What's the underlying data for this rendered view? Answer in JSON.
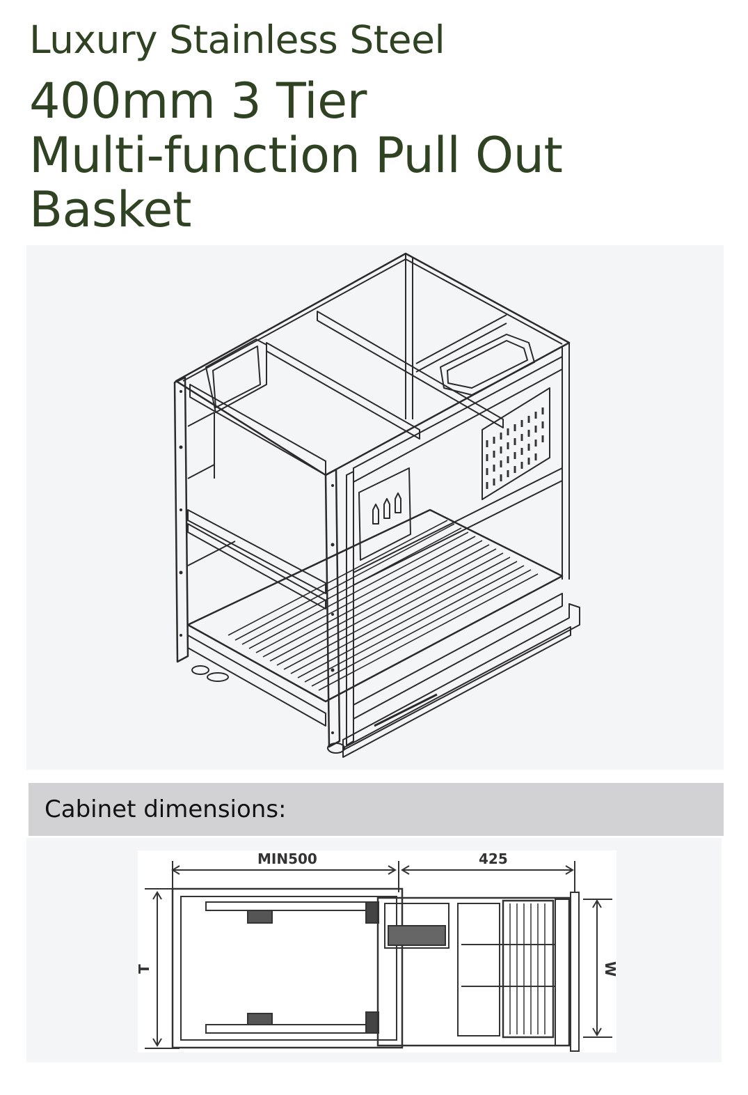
{
  "header": {
    "subtitle": "Luxury Stainless Steel",
    "title_line1": "400mm 3 Tier",
    "title_line2": "Multi-function Pull Out",
    "title_line3": "Basket"
  },
  "dimensions": {
    "section_label": "Cabinet dimensions:",
    "width_left": "MIN500",
    "width_right": "425",
    "left_height_mark": "T",
    "right_height_mark": "W"
  },
  "colors": {
    "title": "#2f4323",
    "panel_bg": "#f4f5f7",
    "header_bg": "#d2d2d4",
    "line": "#333333"
  }
}
